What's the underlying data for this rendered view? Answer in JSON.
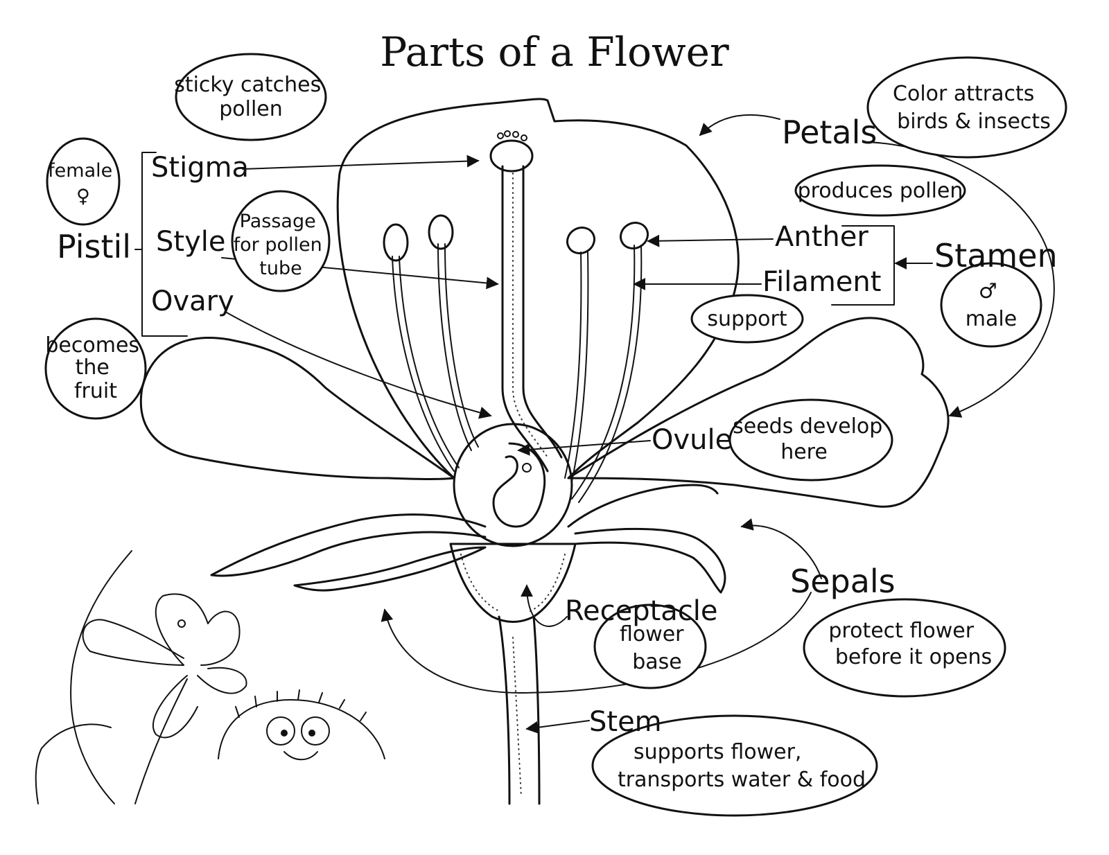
{
  "title": "Parts of a Flower",
  "labels": {
    "pistil": "Pistil",
    "stigma": "Stigma",
    "style": "Style",
    "ovary": "Ovary",
    "petals": "Petals",
    "anther": "Anther",
    "filament": "Filament",
    "stamen": "Stamen",
    "ovule": "Ovule",
    "sepals": "Sepals",
    "receptacle": "Receptacle",
    "stem": "Stem"
  },
  "notes": {
    "female": [
      "female",
      "♀"
    ],
    "stigma": [
      "sticky catches",
      "pollen"
    ],
    "style": [
      "Passage",
      "for pollen",
      "tube"
    ],
    "ovary": [
      "becomes",
      "the",
      "fruit"
    ],
    "petals": [
      "Color attracts",
      "birds & insects"
    ],
    "anther": [
      "produces pollen"
    ],
    "filament": [
      "support"
    ],
    "stamen": [
      "♂",
      "male"
    ],
    "ovule": [
      "seeds develop",
      "here"
    ],
    "receptacle": [
      "flower",
      "base"
    ],
    "sepals": [
      "protect flower",
      "before it opens"
    ],
    "stem": [
      "supports flower,",
      "transports water & food"
    ]
  }
}
